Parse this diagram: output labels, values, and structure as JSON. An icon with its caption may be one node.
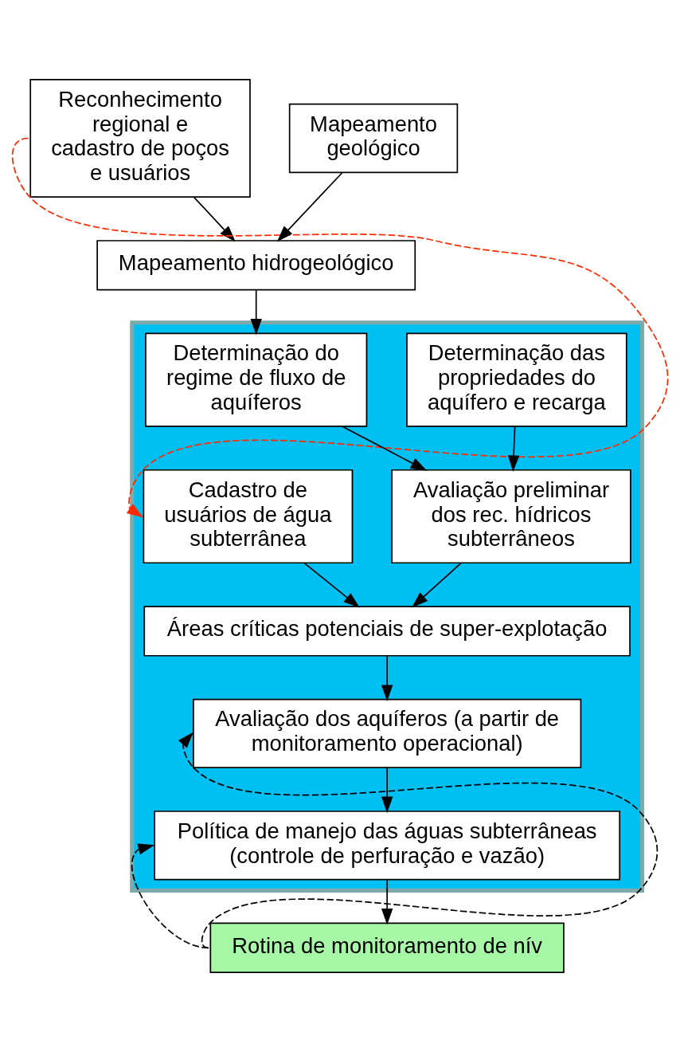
{
  "diagram": {
    "nodes": [
      {
        "text": [
          "Reconhecimento regional e cadastro de poços e usuários"
        ]
      },
      {
        "text": [
          "Mapeamento geológico"
        ]
      },
      {
        "text": [
          "Mapeamento hidrogeológico"
        ]
      },
      {
        "text": [],
        "shape": "box"
      },
      {
        "text": [
          "Determinação das propriedades do aquífero e recarga"
        ],
        "in": 3
      },
      {
        "text": [
          "Determinação do regime de fluxo de aquíferos"
        ],
        "in": 3
      },
      {
        "text": [
          "Cadastro de usuários de água subterrânea"
        ],
        "in": 3
      },
      {
        "text": [
          "Avaliação preliminar dos rec. hídricos subterrâneos"
        ],
        "in": 3
      },
      {
        "text": [
          "Áreas críticas potenciais de super-explotação"
        ],
        "in": 3
      },
      {
        "text": [
          "Avaliação dos aquíferos (a partir de monitoramento operacional)"
        ],
        "in": 3
      },
      {
        "text": [
          "Política de manejo das águas subterrâneas (controle de perfuração e vazão)"
        ],
        "in": 3
      },
      {
        "text": [
          "Rotina de monitoramento de nív"
        ]
      }
    ],
    "edges": [
      {
        "from": 0,
        "to": 2,
        "arrow": "to"
      },
      {
        "from": 1,
        "to": 2,
        "arrow": "to"
      },
      {
        "from": 2,
        "to": 5,
        "arrow": "to"
      },
      {
        "from": 4,
        "to": 7,
        "arrow": "to"
      },
      {
        "from": 5,
        "to": 7,
        "arrow": "to"
      },
      {
        "from": 6,
        "to": 8,
        "arrow": "to"
      },
      {
        "from": 7,
        "to": 8,
        "arrow": "to"
      },
      {
        "from": 8,
        "to": 9,
        "arrow": "to"
      },
      {
        "from": 9,
        "to": 10,
        "arrow": "to"
      },
      {
        "from": 10,
        "to": 11,
        "arrow": "to"
      },
      {
        "from": 0,
        "to": 6,
        "arrow": "to",
        "style": "dashed",
        "color": "#ff2a00"
      },
      {
        "from": 11,
        "to": 9,
        "arrow": "to",
        "style": "dashed"
      },
      {
        "from": 11,
        "to": 10,
        "arrow": "to",
        "style": "dashed"
      }
    ]
  }
}
